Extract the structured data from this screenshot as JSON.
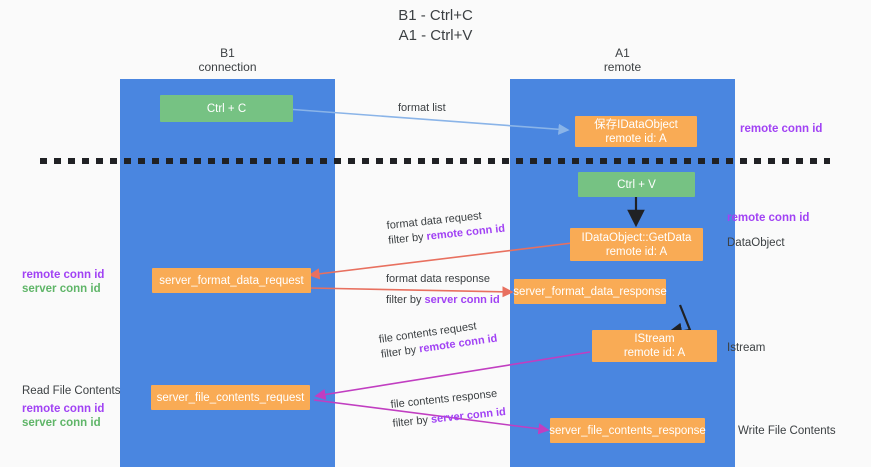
{
  "title": {
    "line1": "B1 - Ctrl+C",
    "line2": "A1 - Ctrl+V"
  },
  "columns": [
    {
      "id": "b1",
      "name": "B1",
      "role": "connection"
    },
    {
      "id": "a1",
      "name": "A1",
      "role": "remote"
    }
  ],
  "colors": {
    "column_blue": "#4a86e0",
    "box_green": "#76c283",
    "box_orange": "#f9ab55",
    "remote_conn_id": "#a142f4",
    "server_conn_id": "#5fb568",
    "arrow_light_blue": "#8ab4e8",
    "arrow_red": "#e8705f",
    "arrow_magenta": "#c13ec1",
    "arrow_black": "#202124",
    "background": "#fafafa"
  },
  "boxes": {
    "ctrl_c": {
      "label": "Ctrl + C"
    },
    "ctrl_v": {
      "label": "Ctrl + V"
    },
    "save_idataobject": {
      "line1": "保存IDataObject",
      "line2": "remote id: A"
    },
    "getdata": {
      "line1": "IDataObject::GetData",
      "line2": "remote id: A"
    },
    "istream": {
      "line1": "IStream",
      "line2": "remote id: A"
    },
    "server_format_data_request": {
      "label": "server_format_data_request"
    },
    "server_format_data_response": {
      "label": "server_format_data_response"
    },
    "server_file_contents_request": {
      "label": "server_file_contents_request"
    },
    "server_file_contents_response": {
      "label": "server_file_contents_response"
    }
  },
  "edges": {
    "format_list": {
      "label": "format list"
    },
    "format_data_request": {
      "line1": "format data request",
      "filter_prefix": "filter by ",
      "filter_key": "remote conn id"
    },
    "format_data_response": {
      "line1": "format data response",
      "filter_prefix": "filter by ",
      "filter_key": "server conn id"
    },
    "file_contents_request": {
      "line1": "file contents request",
      "filter_prefix": "filter by ",
      "filter_key": "remote conn id"
    },
    "file_contents_response": {
      "line1": "file contents response",
      "filter_prefix": "filter by ",
      "filter_key": "server conn id"
    }
  },
  "annotations": {
    "right_remote_conn_id_top": "remote conn id",
    "right_remote_conn_id_mid": "remote conn id",
    "right_dataobject": "DataObject",
    "right_istream": "Istream",
    "right_write_file_contents": "Write File Contents",
    "left_remote_conn_id": "remote conn id",
    "left_server_conn_id": "server conn id",
    "left_read_file_contents": "Read File Contents",
    "left_remote_conn_id_2": "remote conn id",
    "left_server_conn_id_2": "server conn id"
  }
}
